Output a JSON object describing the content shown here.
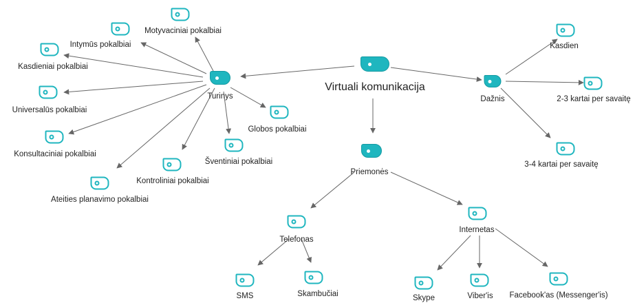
{
  "colors": {
    "accent": "#1fb6bf",
    "edge": "#666666",
    "text": "#222222"
  },
  "diagram": {
    "root": {
      "label": "Virtuali komunikacija",
      "icon": "topic-icon"
    },
    "branches": [
      {
        "label": "Turinys",
        "icon": "topic-icon",
        "children": [
          {
            "label": "Motyvaciniai pokalbiai",
            "icon": "topic-icon"
          },
          {
            "label": "Intymūs pokalbiai",
            "icon": "topic-icon"
          },
          {
            "label": "Kasdieniai pokalbiai",
            "icon": "topic-icon"
          },
          {
            "label": "Universalūs pokalbiai",
            "icon": "topic-icon"
          },
          {
            "label": "Konsultaciniai pokalbiai",
            "icon": "topic-icon"
          },
          {
            "label": "Ateities planavimo pokalbiai",
            "icon": "topic-icon"
          },
          {
            "label": "Kontroliniai pokalbiai",
            "icon": "topic-icon"
          },
          {
            "label": "Šventiniai pokalbiai",
            "icon": "topic-icon"
          },
          {
            "label": "Globos pokalbiai",
            "icon": "topic-icon"
          }
        ]
      },
      {
        "label": "Dažnis",
        "icon": "topic-icon",
        "children": [
          {
            "label": "Kasdien",
            "icon": "topic-icon"
          },
          {
            "label": "2-3 kartai per savaitę",
            "icon": "topic-icon"
          },
          {
            "label": "3-4 kartai per savaitę",
            "icon": "topic-icon"
          }
        ]
      },
      {
        "label": "Priemonės",
        "icon": "topic-icon",
        "children": [
          {
            "label": "Telefonas",
            "icon": "topic-icon",
            "children": [
              {
                "label": "SMS",
                "icon": "topic-icon"
              },
              {
                "label": "Skambučiai",
                "icon": "topic-icon"
              }
            ]
          },
          {
            "label": "Internetas",
            "icon": "topic-icon",
            "children": [
              {
                "label": "Skype",
                "icon": "topic-icon"
              },
              {
                "label": "Viber'is",
                "icon": "topic-icon"
              },
              {
                "label": "Facebook'as (Messenger'is)",
                "icon": "topic-icon"
              }
            ]
          }
        ]
      }
    ]
  }
}
